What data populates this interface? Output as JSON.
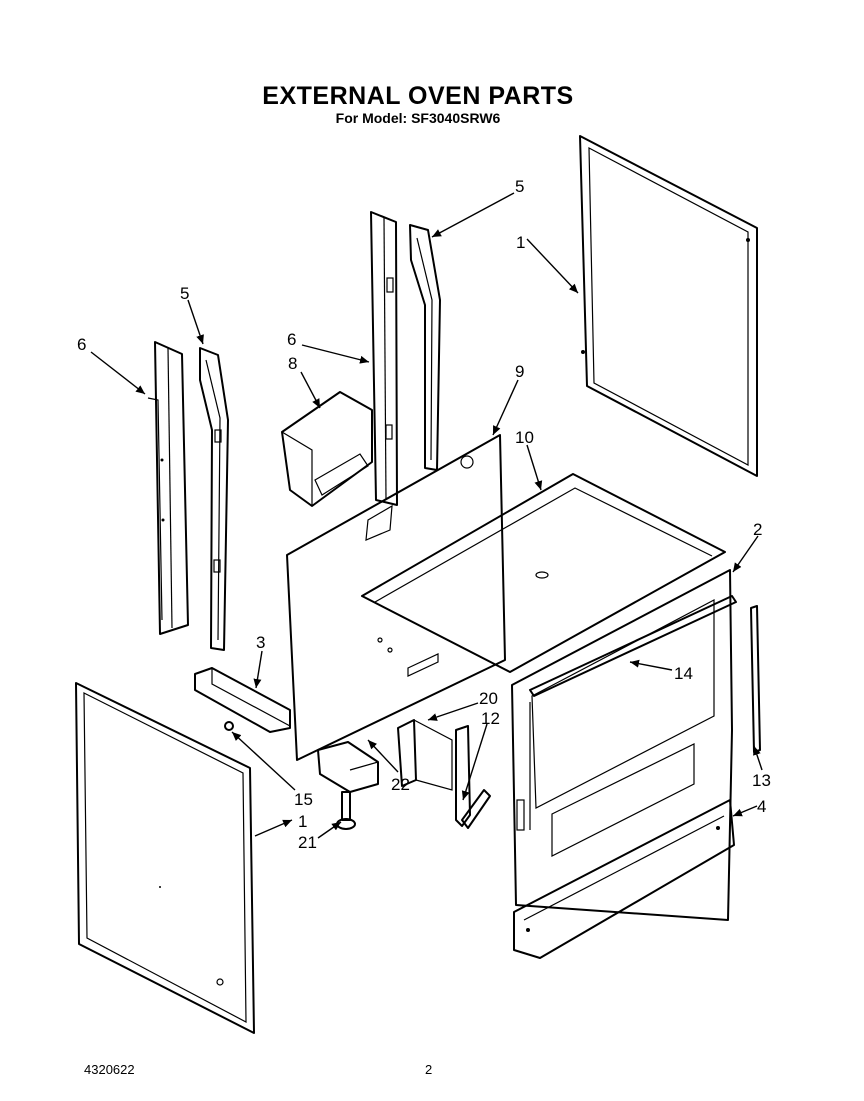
{
  "header": {
    "title": "EXTERNAL OVEN PARTS",
    "subtitle": "For Model: SF3040SRW6"
  },
  "footer": {
    "document_number": "4320622",
    "page_number": "2"
  },
  "callouts": {
    "c1_upper": "1",
    "c1_lower": "1",
    "c2": "2",
    "c3": "3",
    "c4": "4",
    "c5_left": "5",
    "c5_right": "5",
    "c6_left": "6",
    "c6_center": "6",
    "c8": "8",
    "c9": "9",
    "c10": "10",
    "c12": "12",
    "c13": "13",
    "c14": "14",
    "c15": "15",
    "c20": "20",
    "c21": "21",
    "c22": "22"
  }
}
